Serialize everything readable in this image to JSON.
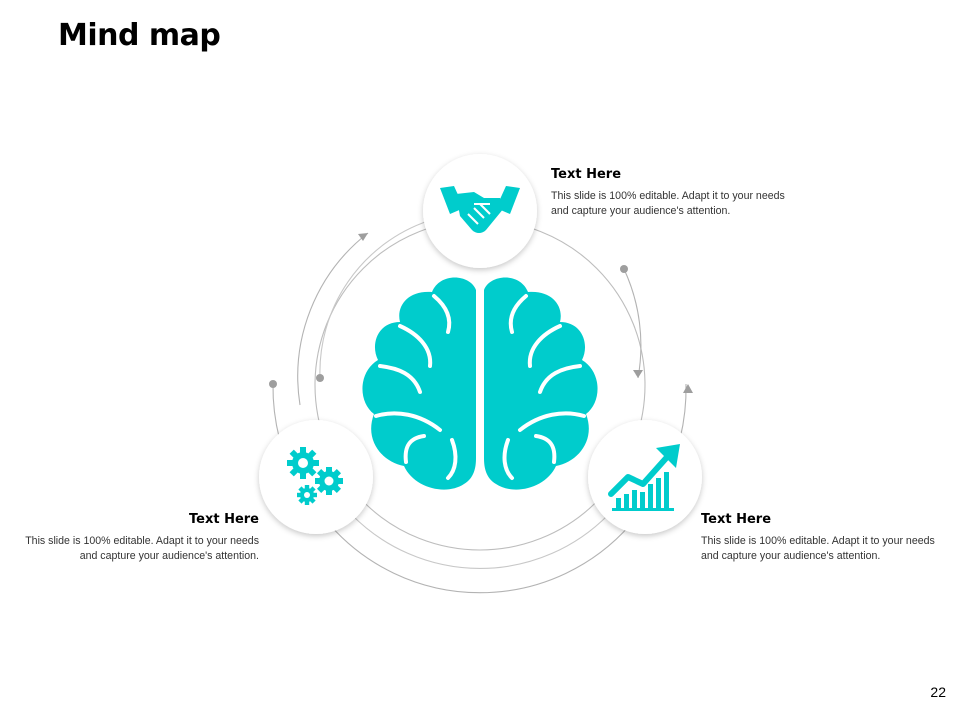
{
  "title": "Mind map",
  "page_number": "22",
  "colors": {
    "accent": "#00CCCC",
    "ring": "#B3B3B3",
    "text": "#333333"
  },
  "nodes": [
    {
      "id": "top",
      "icon": "handshake-icon",
      "heading": "Text Here",
      "body": "This slide is 100% editable. Adapt it to your needs and capture your audience's attention."
    },
    {
      "id": "left",
      "icon": "gears-icon",
      "heading": "Text Here",
      "body": "This slide is 100% editable. Adapt it to your needs and capture your audience's attention."
    },
    {
      "id": "right",
      "icon": "growth-chart-icon",
      "heading": "Text Here",
      "body": "This slide is 100% editable. Adapt it to your needs and capture your audience's attention."
    }
  ],
  "center_icon": "brain-icon"
}
